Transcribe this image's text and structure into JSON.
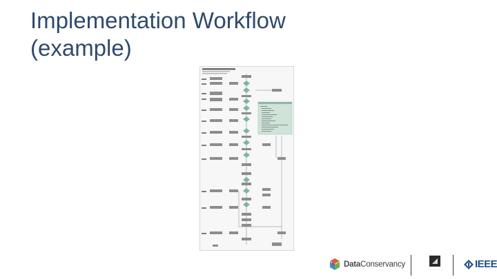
{
  "slide": {
    "title_line1": "Implementation Workflow",
    "title_line2": "(example)"
  },
  "logos": {
    "data_conservancy_part1": "Data",
    "data_conservancy_part2": "Conservancy",
    "ieee": "IEEE"
  },
  "colors": {
    "title": "#2e4a6b",
    "flow_box": "#8c8c8c",
    "decision": "#7fb5a0",
    "note_panel": "#cfe3d9",
    "connector": "#9aa7b0",
    "ieee_blue": "#1f4f8c"
  }
}
